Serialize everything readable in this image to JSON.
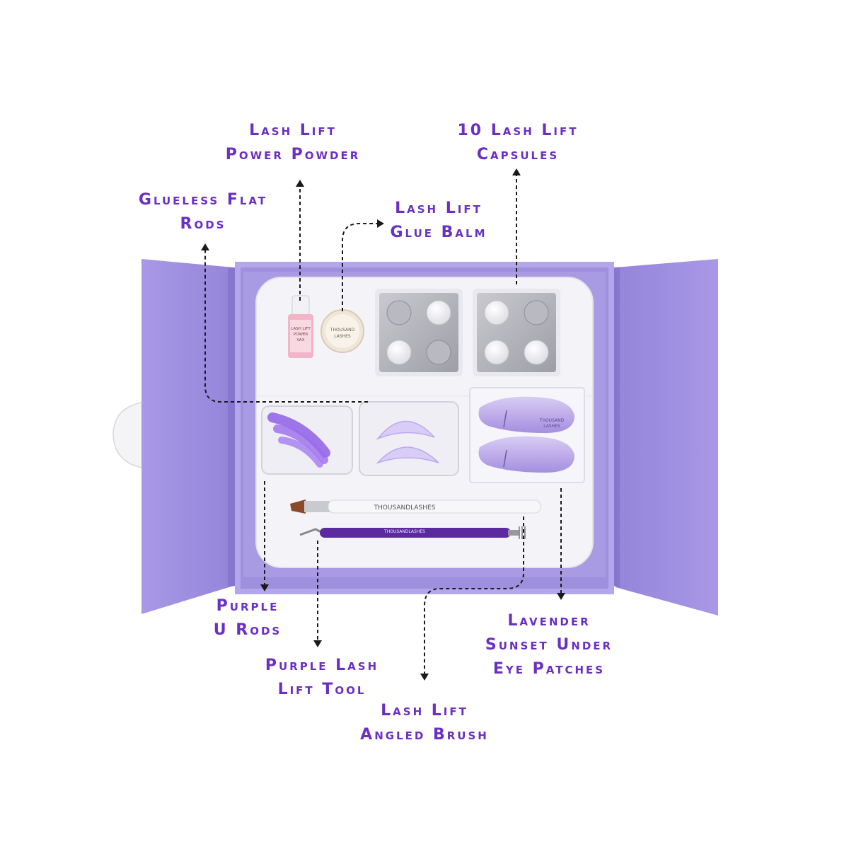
{
  "callouts": {
    "power_powder": [
      "Lash Lift",
      "Power Powder"
    ],
    "capsules": [
      "10 Lash Lift",
      "Capsules"
    ],
    "flat_rods": [
      "Glueless Flat",
      "Rods"
    ],
    "glue_balm": [
      "Lash Lift",
      "Glue Balm"
    ],
    "u_rods": [
      "Purple",
      "U Rods"
    ],
    "lift_tool": [
      "Purple Lash",
      "Lift Tool"
    ],
    "eye_patches": [
      "Lavender",
      "Sunset Under",
      "Eye Patches"
    ],
    "angled_brush": [
      "Lash Lift",
      "Angled Brush"
    ]
  },
  "product_print": {
    "bottle": [
      "LASH LIFT",
      "POWER",
      "VAX"
    ],
    "balm_jar": [
      "THOUSAND",
      "LASHES"
    ],
    "patch": [
      "THOUSAND",
      "LASHES"
    ],
    "brush": "THOUSANDLASHES",
    "tool": "THOUSANDLASHES"
  },
  "colors": {
    "label": "#6a2fc4",
    "box_lavender": "#a896e3",
    "box_lavender_dark": "#8c7bd4",
    "tray_white": "#f5f4f8",
    "tool_purple": "#5b2a9e"
  }
}
